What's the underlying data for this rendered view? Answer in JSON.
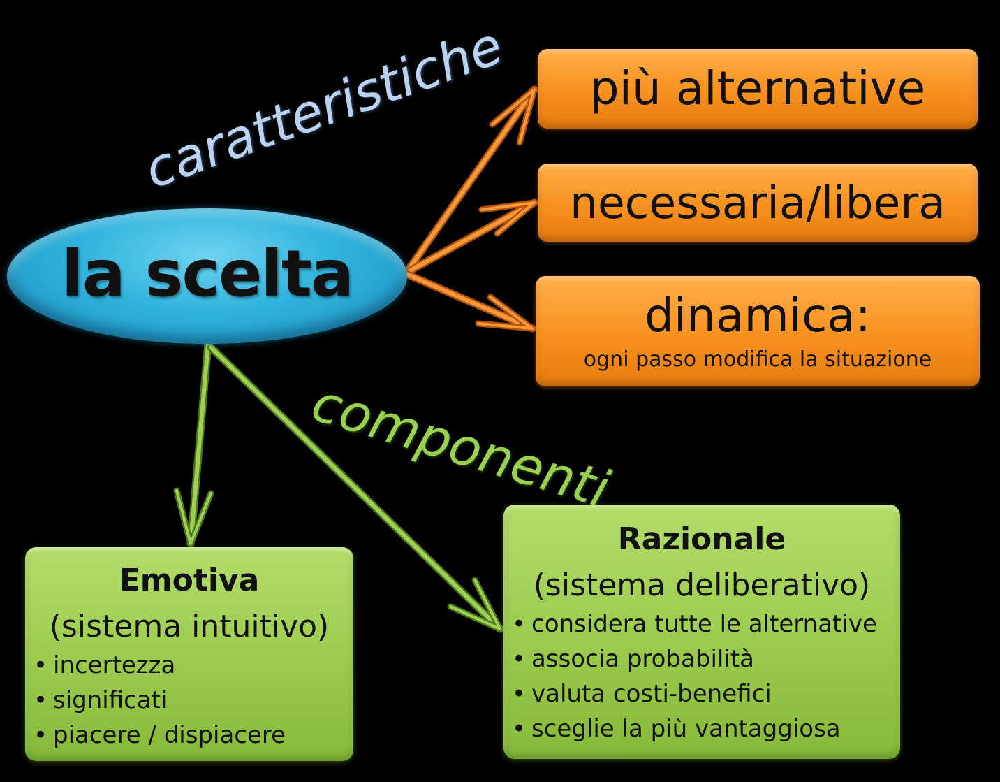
{
  "central_node": {
    "label": "la scelta"
  },
  "edge_labels": {
    "characteristics": "caratteristiche",
    "components": "componenti"
  },
  "characteristics": [
    {
      "label": "più alternative"
    },
    {
      "label": "necessaria/libera"
    },
    {
      "label": "dinamica:",
      "detail": "ogni passo modifica la situazione"
    }
  ],
  "components": {
    "emotional": {
      "title": "Emotiva",
      "subtitle": "(sistema intuitivo)",
      "bullets": [
        "incertezza",
        "significati",
        "piacere / dispiacere"
      ]
    },
    "rational": {
      "title": "Razionale",
      "subtitle": "(sistema deliberativo)",
      "bullets": [
        "considera tutte le alternative",
        "associa probabilità",
        "valuta costi-benefici",
        "sceglie la più vantaggiosa"
      ]
    }
  },
  "colors": {
    "background": "#000000",
    "central": "#2fb3dd",
    "characteristic_box": "#f7901e",
    "component_box": "#9bcb4d",
    "label_characteristics": "#b9d2ef",
    "label_components": "#9ad14f"
  }
}
